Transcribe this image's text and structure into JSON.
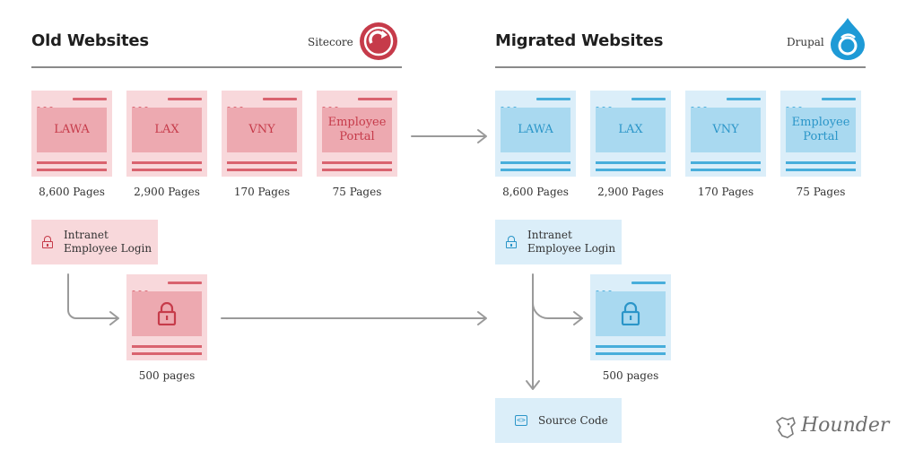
{
  "left": {
    "heading": "Old Websites",
    "platform": "Sitecore",
    "platform_icon": "sitecore-logo",
    "accent": "#c63b4a",
    "sites": [
      {
        "label": "LAWA",
        "pages": "8,600 Pages"
      },
      {
        "label": "LAX",
        "pages": "2,900 Pages"
      },
      {
        "label": "VNY",
        "pages": "170 Pages"
      },
      {
        "label": "Employee Portal",
        "pages": "75 Pages"
      }
    ],
    "intranet": {
      "title": "Intranet",
      "subtitle": "Employee Login"
    },
    "secure": {
      "pages": "500 pages"
    }
  },
  "right": {
    "heading": "Migrated Websites",
    "platform": "Drupal",
    "platform_icon": "drupal-logo",
    "accent": "#2a95c8",
    "sites": [
      {
        "label": "LAWA",
        "pages": "8,600 Pages"
      },
      {
        "label": "LAX",
        "pages": "2,900 Pages"
      },
      {
        "label": "VNY",
        "pages": "170 Pages"
      },
      {
        "label": "Employee Portal",
        "pages": "75 Pages"
      }
    ],
    "intranet": {
      "title": "Intranet",
      "subtitle": "Employee Login"
    },
    "secure": {
      "pages": "500 pages"
    },
    "source_code": "Source Code"
  },
  "brand": "Hounder"
}
